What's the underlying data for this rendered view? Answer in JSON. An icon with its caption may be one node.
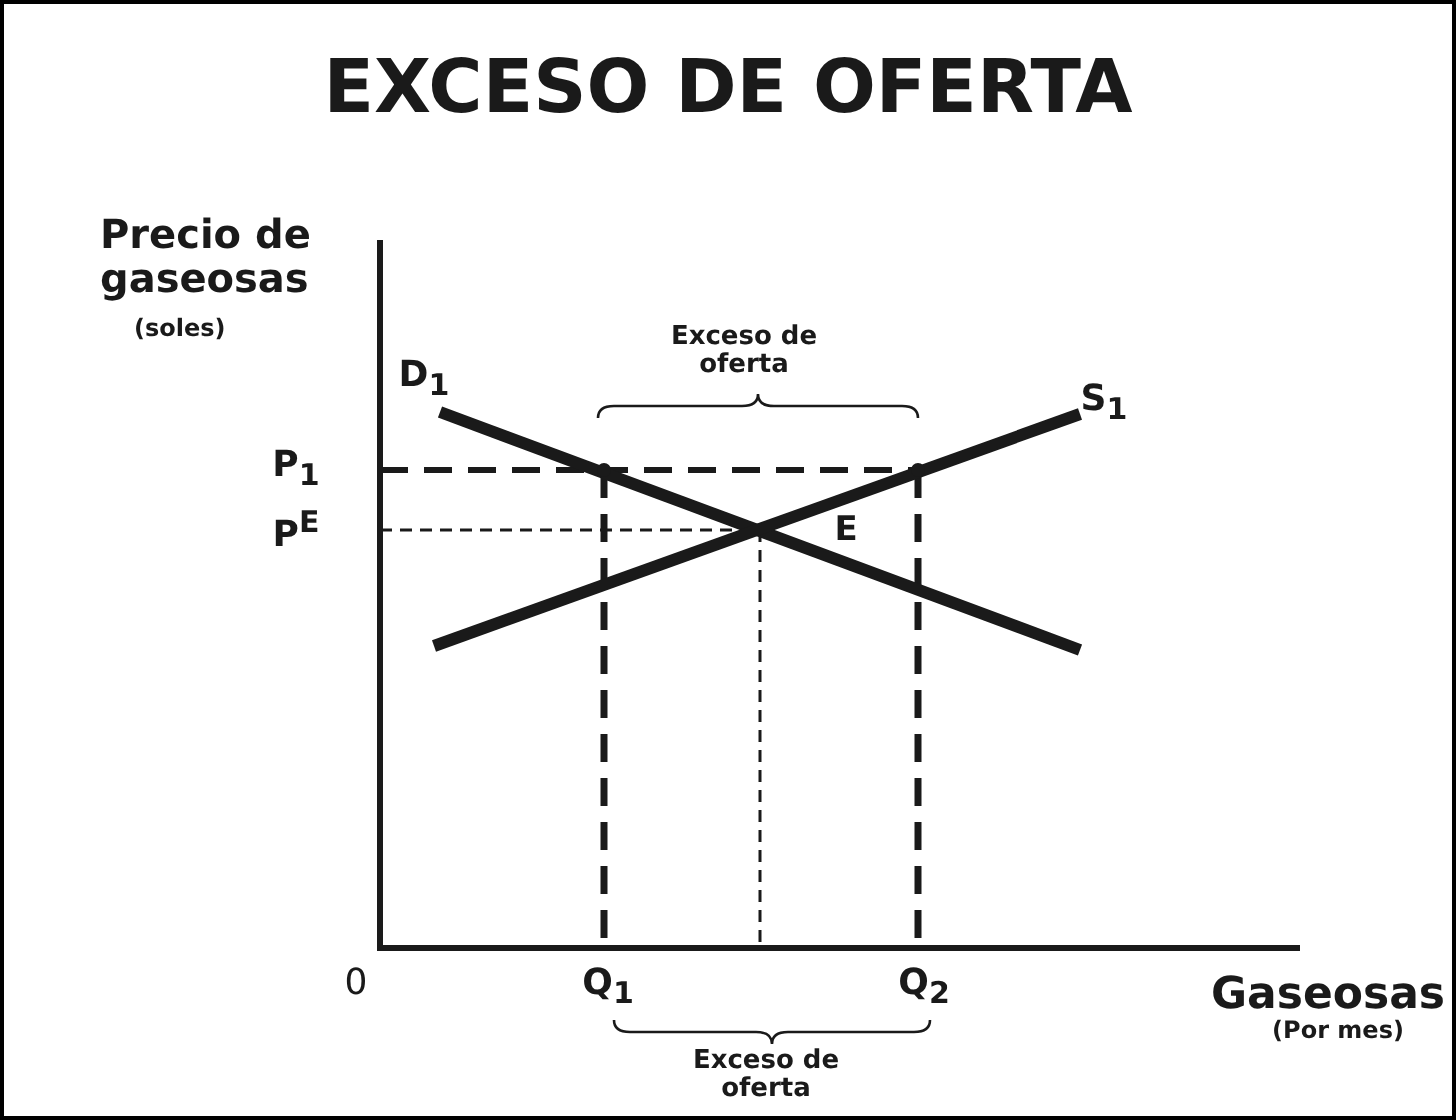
{
  "diagram": {
    "title": "EXCESO DE OFERTA",
    "labels": [
      "Precio de gaseosas",
      "(soles)",
      "Exceso de oferta",
      "D$_{1}$",
      "S$_{1}$",
      "P$_{1}$",
      "P$^{E}$",
      "E",
      "0",
      "Q$_{1}$",
      "Q$_{2}$",
      "Gaseosas",
      "(Por mes)",
      "Exceso de oferta"
    ]
  }
}
